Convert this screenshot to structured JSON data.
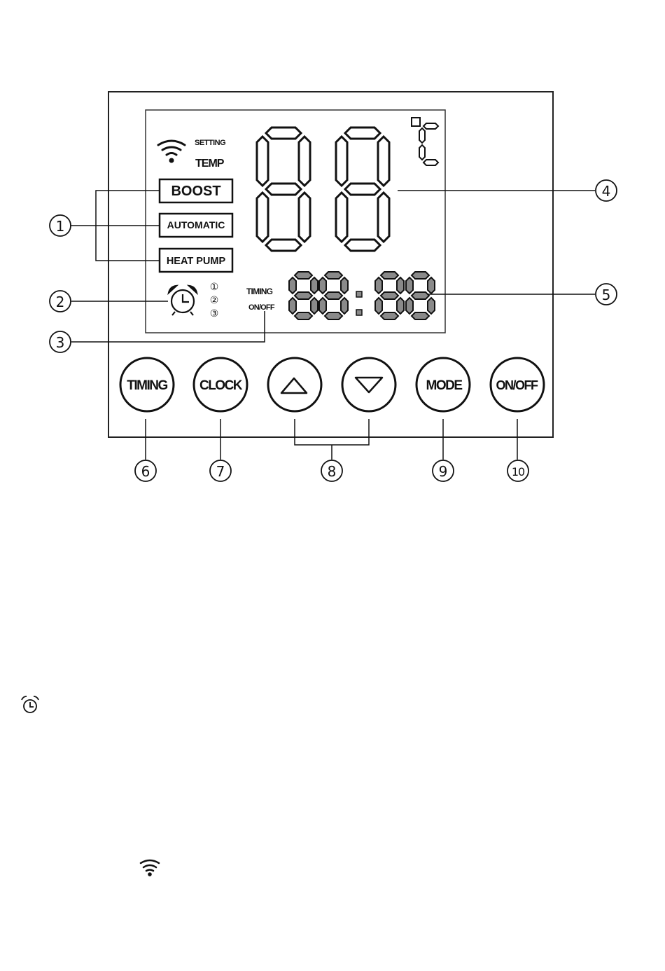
{
  "display": {
    "setting": "SETTING",
    "temp": "TEMP",
    "modes": [
      "BOOST",
      "AUTOMATIC",
      "HEAT PUMP"
    ],
    "timer_slots": [
      "①",
      "②",
      "③"
    ],
    "timing": "TIMING",
    "onoff": "ON/OFF",
    "big_digits": "88",
    "clock_digits": "88:88",
    "unit_symbol": "°C"
  },
  "buttons": {
    "timing": "TIMING",
    "clock": "CLOCK",
    "mode": "MODE",
    "onoff": "ON/OFF"
  },
  "callouts": [
    "1",
    "2",
    "3",
    "4",
    "5",
    "6",
    "7",
    "8",
    "9",
    "10"
  ],
  "icons": {
    "wifi": "wifi-icon",
    "alarm": "alarm-clock-icon",
    "up": "up-arrow-icon",
    "down": "down-arrow-icon"
  },
  "colors": {
    "segment_fill": "#8a8a8a",
    "outline": "#111111"
  }
}
